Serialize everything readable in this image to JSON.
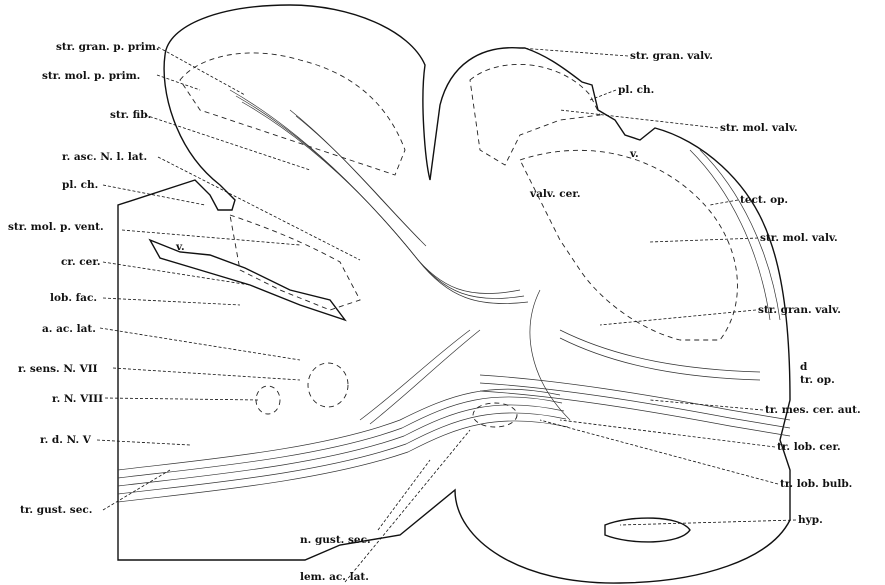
{
  "figure": {
    "labels_left": [
      "str. gran. p. prim.",
      "str. mol. p. prim.",
      "str. fib.",
      "r. asc. N. l. lat.",
      "pl. ch.",
      "str. mol. p. vent.",
      "cr. cer.",
      "lob. fac.",
      "a. ac. lat.",
      "r. sens. N. VII",
      "r. N. VIII",
      "r. d. N. V",
      "tr. gust. sec."
    ],
    "labels_right": [
      "str. gran. valv.",
      "pl. ch.",
      "str. mol. valv.",
      "tect. op.",
      "str. mol. valv.",
      "str. gran. valv.",
      "d",
      "tr. op.",
      "tr. mes. cer. aut.",
      "tr. lob. cer.",
      "tr. lob. bulb.",
      "hyp."
    ],
    "labels_inner": [
      "v.",
      "v.",
      "valv. cer."
    ],
    "labels_bottom": [
      "n. gust. sec.",
      "lem. ac. lat."
    ]
  }
}
